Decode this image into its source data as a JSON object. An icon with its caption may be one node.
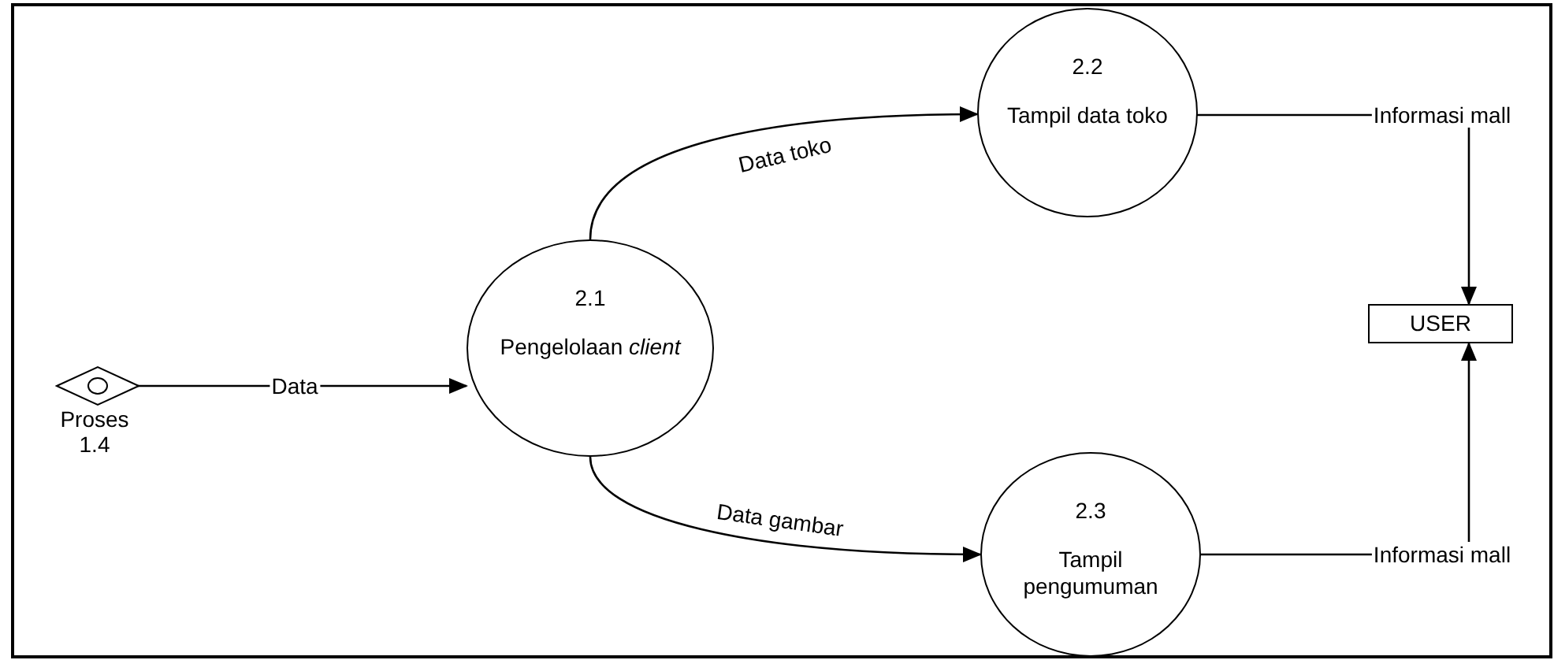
{
  "diagram": {
    "nodes": [
      {
        "text": [
          "Proses 1.4"
        ]
      },
      {
        "text": [
          "2.1",
          "Pengelolaan *client*"
        ]
      },
      {
        "text": [
          "2.2",
          "Tampil data toko"
        ]
      },
      {
        "text": [
          "2.3",
          "Tampil pengumuman"
        ]
      },
      {
        "text": [
          "USER"
        ]
      }
    ],
    "edges": [
      {
        "from": 0,
        "to": 1,
        "arrow": "to",
        "label": "Data"
      },
      {
        "from": 1,
        "to": 2,
        "arrow": "to",
        "label": "Data toko"
      },
      {
        "from": 1,
        "to": 3,
        "arrow": "to",
        "label": "Data gambar"
      },
      {
        "from": 2,
        "to": 4,
        "arrow": "to",
        "label": "Informasi mall"
      },
      {
        "from": 3,
        "to": 4,
        "arrow": "to",
        "label": "Informasi mall"
      }
    ]
  }
}
